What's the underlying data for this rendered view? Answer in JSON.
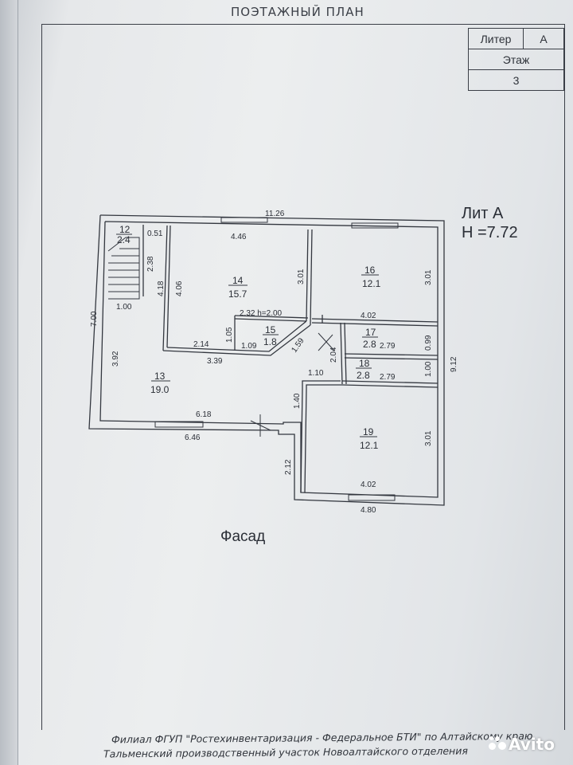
{
  "header": {
    "title": "ПОЭТАЖНЫЙ ПЛАН"
  },
  "stamp": {
    "liter_label": "Литер",
    "liter_value": "А",
    "floor_label": "Этаж",
    "floor_value": "3"
  },
  "plan_label": {
    "liter": "Лит  А",
    "height": "Н =7.72"
  },
  "rooms": [
    {
      "no": "12",
      "area": "2.4"
    },
    {
      "no": "13",
      "area": "19.0"
    },
    {
      "no": "14",
      "area": "15.7"
    },
    {
      "no": "15",
      "area": "1.8"
    },
    {
      "no": "16",
      "area": "12.1"
    },
    {
      "no": "17",
      "area": "2.8"
    },
    {
      "no": "18",
      "area": "2.8"
    },
    {
      "no": "19",
      "area": "12.1"
    }
  ],
  "dimensions": {
    "top_total": "11.26",
    "room14_width": "4.46",
    "left_total": "7.00",
    "right_total": "9.12",
    "stair_top": "0.51",
    "stair_height": "2.38",
    "stair_bottom": "1.00",
    "wall_4_18": "4.18",
    "wall_4_06": "4.06",
    "room14_right": "3.01",
    "room15_top": "2.32 h=2.00",
    "room15_left": "1.05",
    "room15_bottom": "1.09",
    "room15_diag": "1.59",
    "room14_bottom_a": "2.14",
    "room14_bottom_b": "3.39",
    "room13_left": "3.92",
    "room13_bottom_in": "6.18",
    "room13_bottom_out": "6.46",
    "room16_right": "3.01",
    "room16_bottom": "4.02",
    "room17_width": "2.79",
    "room17_height": "0.99",
    "room18_width": "2.79",
    "room18_height": "1.00",
    "hall_204": "2.04",
    "hall_110": "1.10",
    "hall_140": "1.40",
    "ledge_212": "2.12",
    "room19_right": "3.01",
    "room19_bottom_in": "4.02",
    "room19_bottom_out": "4.80"
  },
  "facade_label": "Фасад",
  "footer": {
    "line1": "Филиал ФГУП \"Ростехинвентаризация - Федеральное БТИ\" по Алтайскому краю",
    "line2": "Тальменский    производственный участок  Новоалтайского               отделения"
  },
  "watermark": {
    "text": "Avito"
  }
}
